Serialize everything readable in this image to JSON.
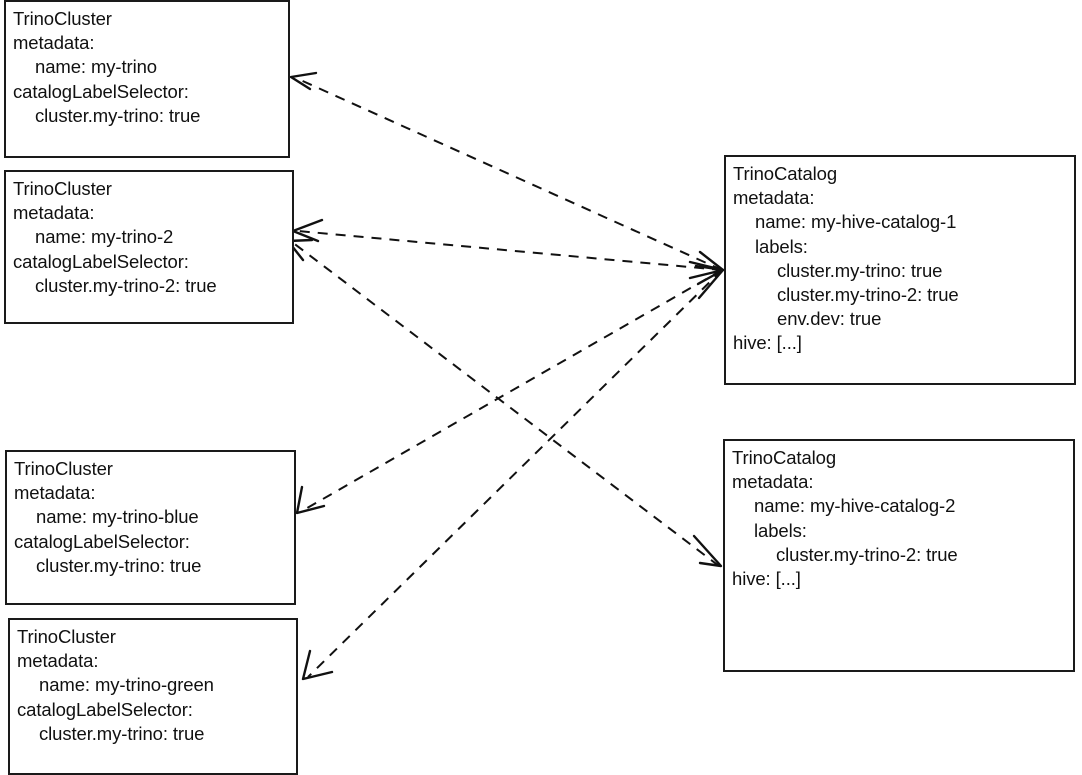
{
  "diagram": {
    "title": "TrinoCluster to TrinoCatalog label-selector matching diagram",
    "background_color": "#ffffff",
    "line_color": "#111111",
    "box_border_color": "#1a1a1a",
    "edge_style": "dashed-arrow"
  },
  "nodes": {
    "cluster_my_trino": {
      "kind": "TrinoCluster",
      "lines": [
        {
          "text": "TrinoCluster",
          "indent": 0
        },
        {
          "text": "metadata:",
          "indent": 0
        },
        {
          "text": "name: my-trino",
          "indent": 1
        },
        {
          "text": "catalogLabelSelector:",
          "indent": 0
        },
        {
          "text": "cluster.my-trino: true",
          "indent": 1
        }
      ]
    },
    "cluster_my_trino_2": {
      "kind": "TrinoCluster",
      "lines": [
        {
          "text": "TrinoCluster",
          "indent": 0
        },
        {
          "text": "metadata:",
          "indent": 0
        },
        {
          "text": "name: my-trino-2",
          "indent": 1
        },
        {
          "text": "catalogLabelSelector:",
          "indent": 0
        },
        {
          "text": "cluster.my-trino-2: true",
          "indent": 1
        }
      ]
    },
    "cluster_my_trino_blue": {
      "kind": "TrinoCluster",
      "lines": [
        {
          "text": "TrinoCluster",
          "indent": 0
        },
        {
          "text": "metadata:",
          "indent": 0
        },
        {
          "text": "name: my-trino-blue",
          "indent": 1
        },
        {
          "text": "catalogLabelSelector:",
          "indent": 0
        },
        {
          "text": "cluster.my-trino: true",
          "indent": 1
        }
      ]
    },
    "cluster_my_trino_green": {
      "kind": "TrinoCluster",
      "lines": [
        {
          "text": "TrinoCluster",
          "indent": 0
        },
        {
          "text": "metadata:",
          "indent": 0
        },
        {
          "text": "name: my-trino-green",
          "indent": 1
        },
        {
          "text": "catalogLabelSelector:",
          "indent": 0
        },
        {
          "text": "cluster.my-trino: true",
          "indent": 1
        }
      ]
    },
    "catalog_hive_1": {
      "kind": "TrinoCatalog",
      "lines": [
        {
          "text": "TrinoCatalog",
          "indent": 0
        },
        {
          "text": "metadata:",
          "indent": 0
        },
        {
          "text": "name: my-hive-catalog-1",
          "indent": 1
        },
        {
          "text": "labels:",
          "indent": 1
        },
        {
          "text": "cluster.my-trino: true",
          "indent": 2
        },
        {
          "text": "cluster.my-trino-2: true",
          "indent": 2
        },
        {
          "text": "env.dev: true",
          "indent": 2
        },
        {
          "text": "hive: [...]",
          "indent": 0
        }
      ]
    },
    "catalog_hive_2": {
      "kind": "TrinoCatalog",
      "lines": [
        {
          "text": "TrinoCatalog",
          "indent": 0
        },
        {
          "text": "metadata:",
          "indent": 0
        },
        {
          "text": "name: my-hive-catalog-2",
          "indent": 1
        },
        {
          "text": "labels:",
          "indent": 1
        },
        {
          "text": "cluster.my-trino-2: true",
          "indent": 2
        },
        {
          "text": "hive: [...]",
          "indent": 0
        }
      ]
    }
  },
  "edges": [
    {
      "from": "catalog_hive_1",
      "to": "cluster_my_trino",
      "label": ""
    },
    {
      "from": "catalog_hive_1",
      "to": "cluster_my_trino_2",
      "label": ""
    },
    {
      "from": "catalog_hive_1",
      "to": "cluster_my_trino_blue",
      "label": ""
    },
    {
      "from": "catalog_hive_1",
      "to": "cluster_my_trino_green",
      "label": ""
    },
    {
      "from": "catalog_hive_2",
      "to": "cluster_my_trino_2",
      "label": ""
    }
  ]
}
